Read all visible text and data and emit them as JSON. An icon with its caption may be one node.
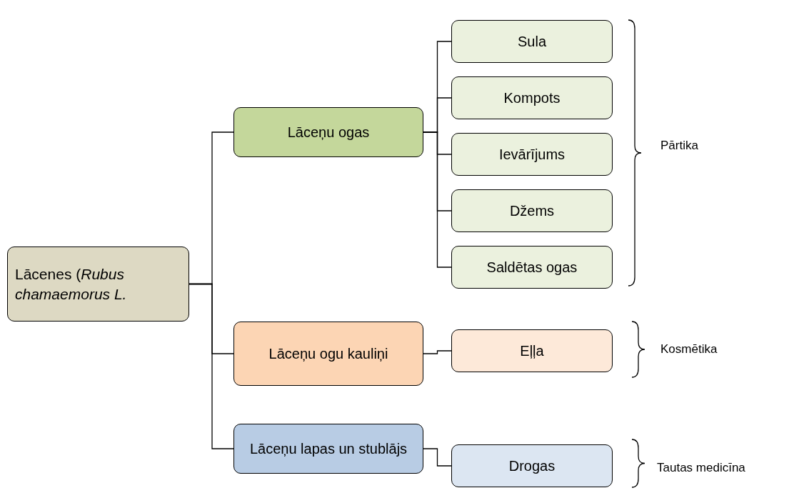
{
  "diagram": {
    "nodes": [
      {
        "text": [
          "Lācenes (*Rubus chamaemorus L.*"
        ]
      },
      {
        "text": [
          "Lāceņu ogas"
        ]
      },
      {
        "text": [
          "Sula"
        ]
      },
      {
        "text": [
          "Kompots"
        ]
      },
      {
        "text": [
          "Ievārījums"
        ]
      },
      {
        "text": [
          "Džems"
        ]
      },
      {
        "text": [
          "Saldētas ogas"
        ]
      },
      {
        "text": [
          "Lāceņu ogu kauliņi"
        ]
      },
      {
        "text": [
          "Eļļa"
        ]
      },
      {
        "text": [
          "Lāceņu lapas un stublājs"
        ]
      },
      {
        "text": [
          "Drogas"
        ]
      }
    ],
    "edges": [
      {
        "from": 0,
        "to": 1,
        "arrow": "none"
      },
      {
        "from": 0,
        "to": 7,
        "arrow": "none"
      },
      {
        "from": 0,
        "to": 9,
        "arrow": "none"
      },
      {
        "from": 1,
        "to": 2,
        "arrow": "none"
      },
      {
        "from": 1,
        "to": 3,
        "arrow": "none"
      },
      {
        "from": 1,
        "to": 4,
        "arrow": "none"
      },
      {
        "from": 1,
        "to": 5,
        "arrow": "none"
      },
      {
        "from": 1,
        "to": 6,
        "arrow": "none"
      },
      {
        "from": 7,
        "to": 8,
        "arrow": "none"
      },
      {
        "from": 9,
        "to": 10,
        "arrow": "none"
      }
    ],
    "labels": [
      "Pārtika",
      "Kosmētika",
      "Tautas medicīna"
    ]
  }
}
